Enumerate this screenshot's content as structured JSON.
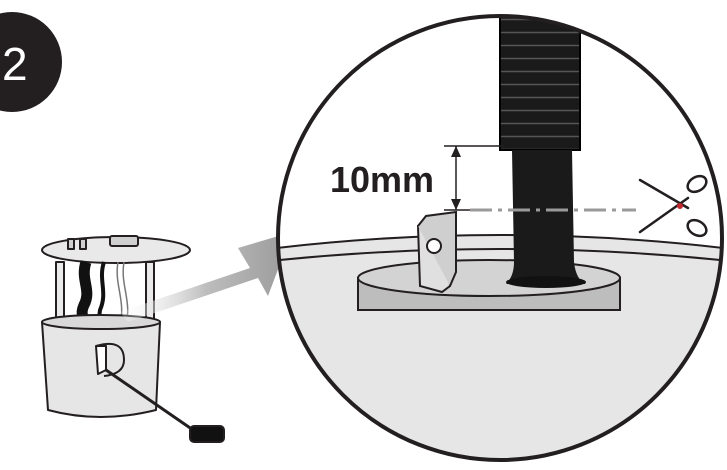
{
  "step": {
    "number": "2"
  },
  "detail": {
    "measurement_label": "10mm"
  },
  "icons": [
    "step-badge",
    "fuel-pump-module",
    "zoom-arrow",
    "magnified-detail",
    "corrugated-hose",
    "scissors-icon",
    "cut-line",
    "dimension-marker"
  ],
  "colors": {
    "outline": "#231f20",
    "hose": "#1a1a1a",
    "tank": "#e8e8e8",
    "platform": "#bdbdbd",
    "arrow": "#9e9e9e",
    "cut_line": "#9a9a9a",
    "scissors_pivot": "#c1272d"
  }
}
